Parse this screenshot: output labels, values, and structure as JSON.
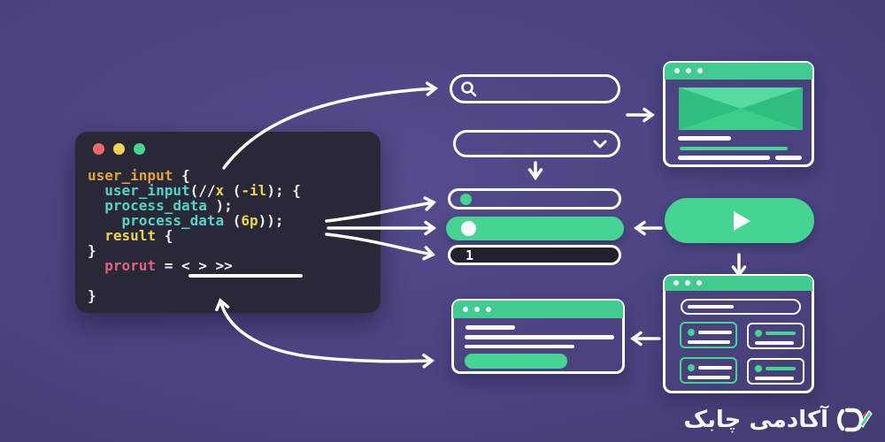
{
  "palette": {
    "background": "#4a4380",
    "green": "#45d592",
    "green_header": "#3fcc8e",
    "green_dark": "#2fbd80",
    "green_light": "#5adea1",
    "white": "#ffffff",
    "editor_bg": "#282837",
    "dark_pill_bg": "#20202f",
    "red_accent": "#d94848"
  },
  "editor": {
    "traffic_lights": {
      "red": "#f06a6a",
      "yellow": "#f2d14f",
      "green": "#45d592"
    },
    "token_colors": {
      "orange": "#e2a23e",
      "cyan": "#53d3c9",
      "yellow": "#e8d54e",
      "pink": "#e16283",
      "white": "#eef0f5"
    },
    "lines": [
      {
        "indent": 0,
        "segments": [
          [
            "user_input",
            "orange"
          ],
          [
            " {",
            "white"
          ]
        ]
      },
      {
        "indent": 2,
        "segments": [
          [
            "user_input",
            "cyan"
          ],
          [
            "(//",
            "white"
          ],
          [
            "x",
            "yellow"
          ],
          [
            " (",
            "white"
          ],
          [
            "-il",
            "yellow"
          ],
          [
            "); {",
            "white"
          ]
        ]
      },
      {
        "indent": 2,
        "segments": [
          [
            "process_data",
            "cyan"
          ],
          [
            " );",
            "white"
          ]
        ]
      },
      {
        "indent": 4,
        "segments": [
          [
            "process_data",
            "cyan"
          ],
          [
            " (",
            "white"
          ],
          [
            "6p",
            "yellow"
          ],
          [
            "));",
            "white"
          ]
        ]
      },
      {
        "indent": 2,
        "segments": [
          [
            "result",
            "yellow"
          ],
          [
            " {",
            "white"
          ]
        ]
      },
      {
        "indent": 0,
        "segments": [
          [
            "}",
            "white"
          ]
        ]
      },
      {
        "indent": 2,
        "segments": [
          [
            "prorut",
            "pink"
          ],
          [
            " = ",
            "white"
          ],
          [
            "< > >>",
            "white"
          ]
        ]
      },
      {
        "indent": 0,
        "segments": []
      },
      {
        "indent": 0,
        "segments": [
          [
            "}",
            "white"
          ]
        ]
      }
    ]
  },
  "widgets": {
    "counter_pill": {
      "label": "1"
    }
  },
  "icons": {
    "search": "magnifier-glyph",
    "dropdown": "chevron-down-glyph",
    "video": "play-triangle-glyph",
    "window_controls": "three-dots"
  },
  "watermark": {
    "text": "آکادمی چابک"
  }
}
